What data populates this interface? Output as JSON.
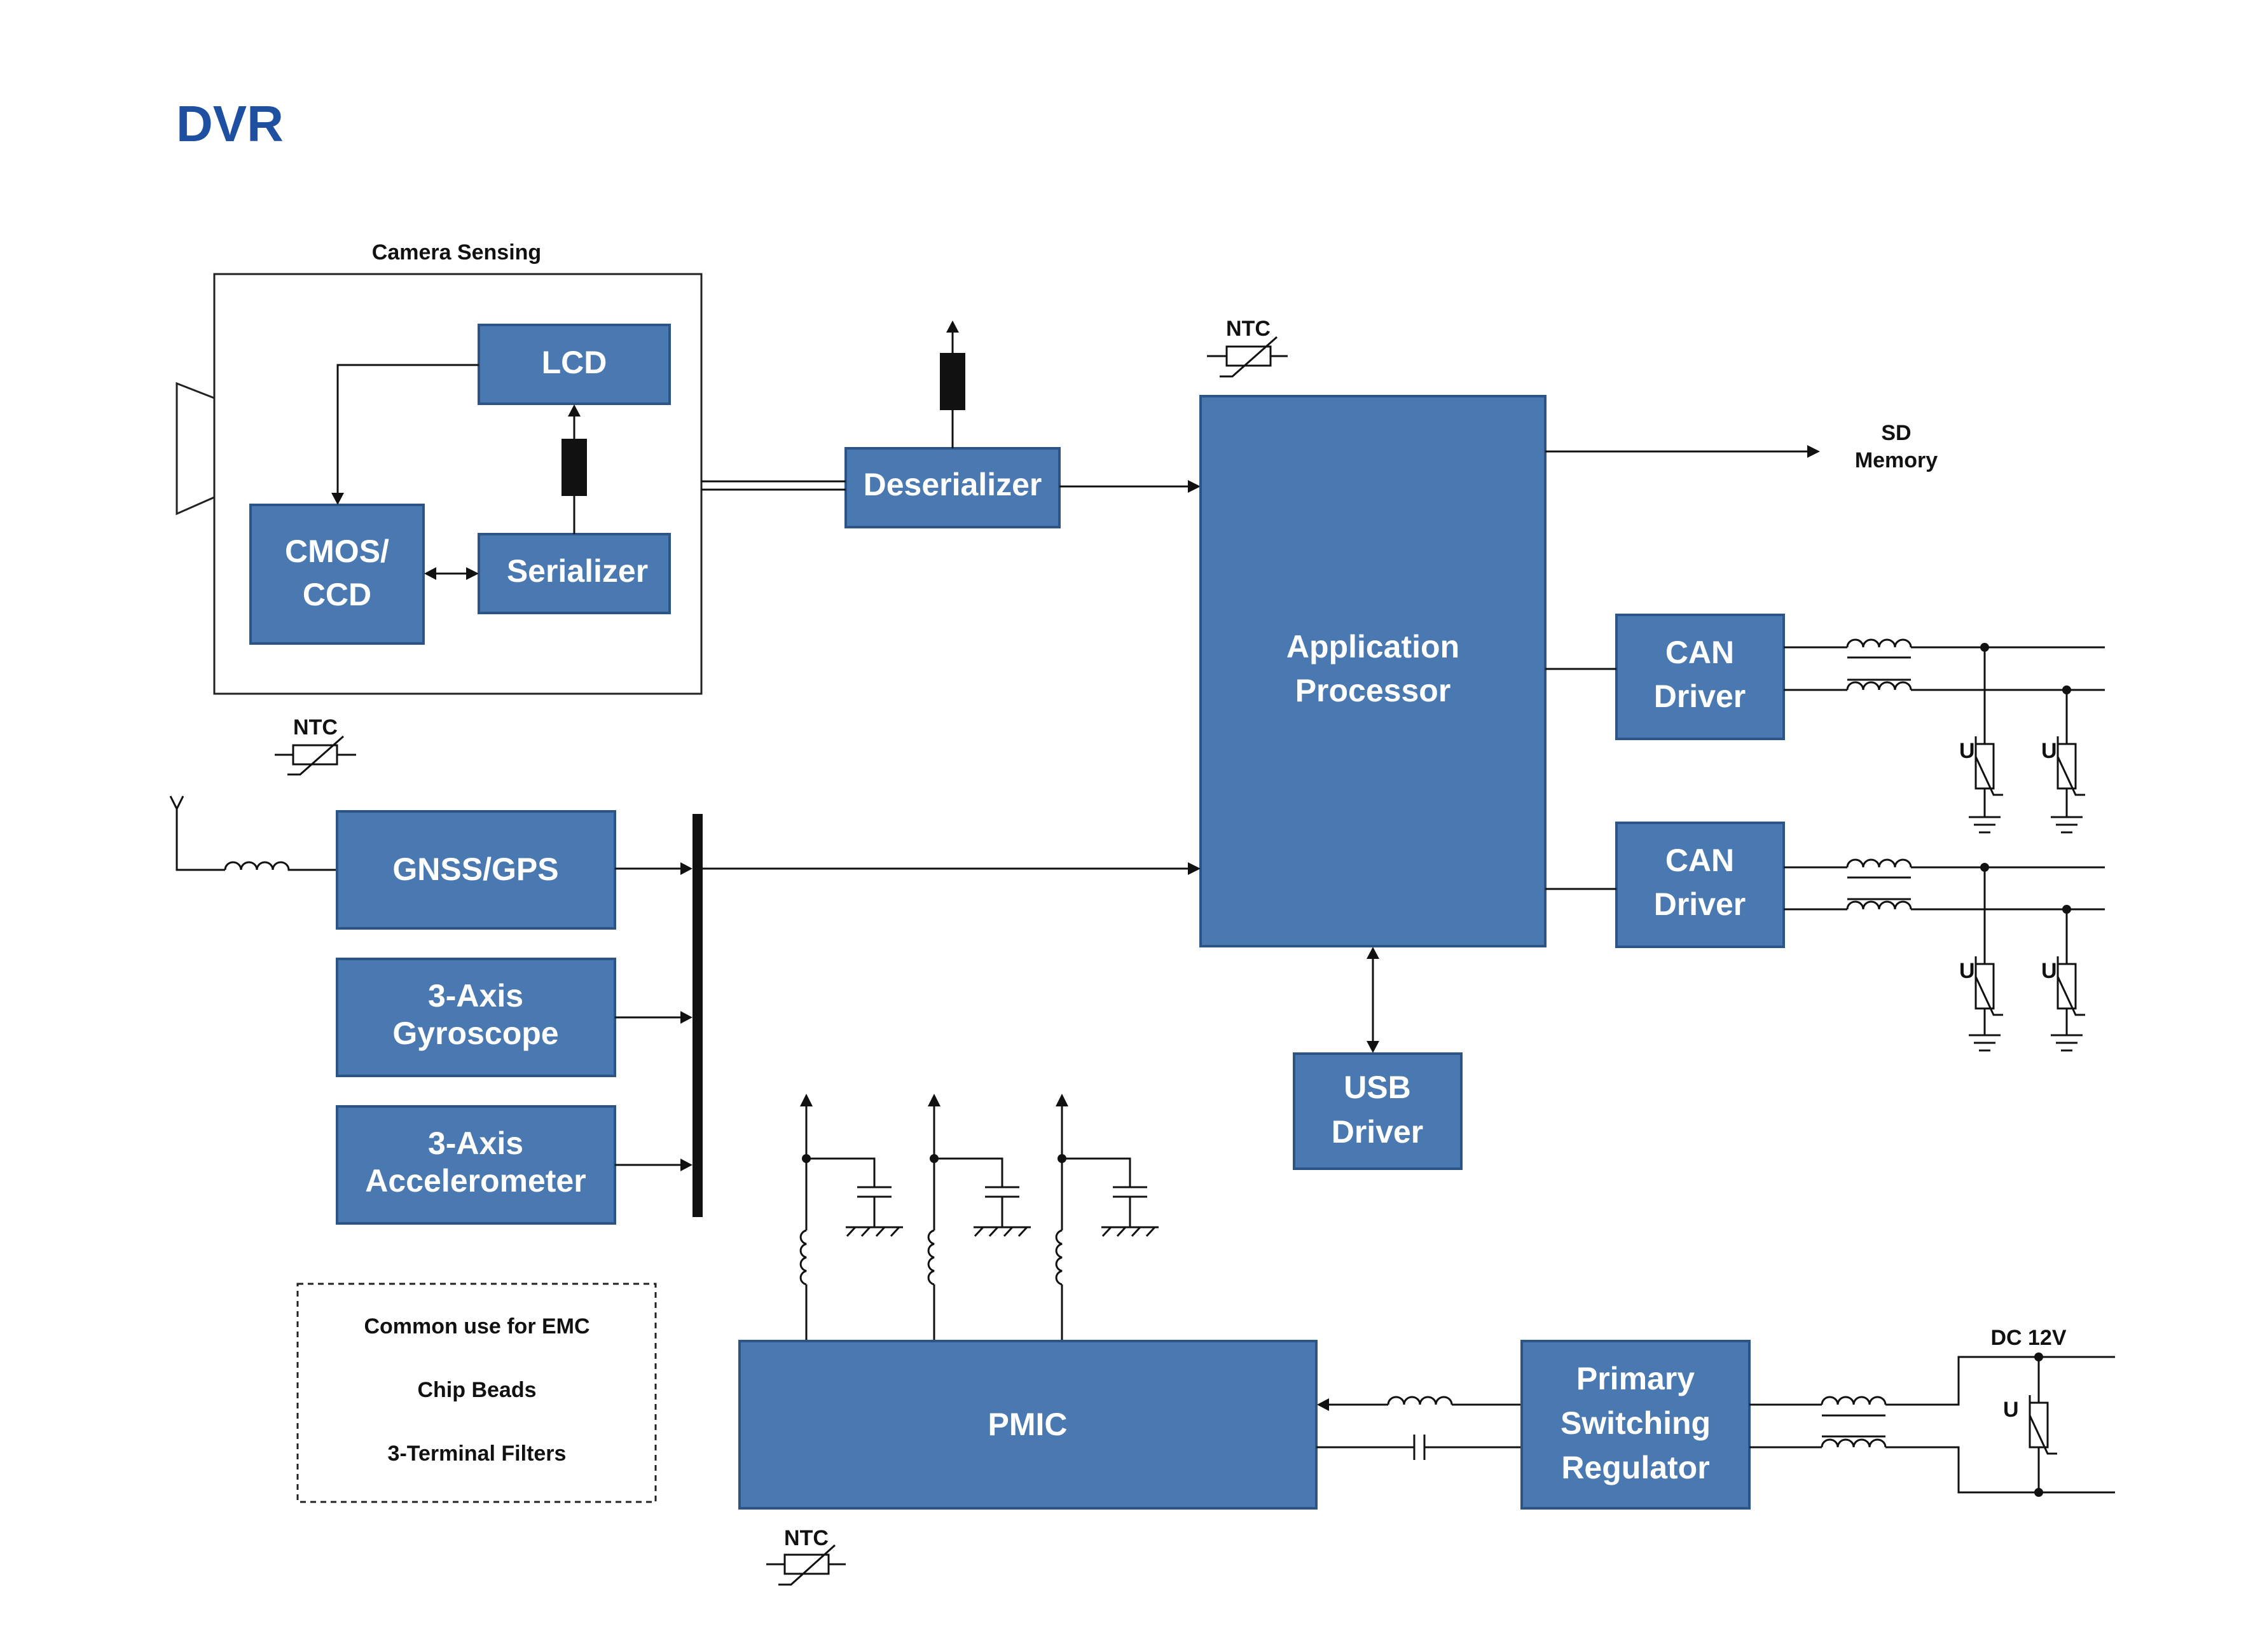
{
  "title": "DVR",
  "camera_group_label": "Camera Sensing",
  "blocks": {
    "lcd": "LCD",
    "cmos_line1": "CMOS/",
    "cmos_line2": "CCD",
    "serializer": "Serializer",
    "deserializer": "Deserializer",
    "app_line1": "Application",
    "app_line2": "Processor",
    "can1_line1": "CAN",
    "can1_line2": "Driver",
    "can2_line1": "CAN",
    "can2_line2": "Driver",
    "gnss": "GNSS/GPS",
    "gyro_line1": "3-Axis",
    "gyro_line2": "Gyroscope",
    "accel_line1": "3-Axis",
    "accel_line2": "Accelerometer",
    "usb_line1": "USB",
    "usb_line2": "Driver",
    "pmic": "PMIC",
    "psr_line1": "Primary",
    "psr_line2": "Switching",
    "psr_line3": "Regulator"
  },
  "labels": {
    "sd_line1": "SD",
    "sd_line2": "Memory",
    "ntc": "NTC",
    "varistor_u": "U",
    "dc": "DC 12V"
  },
  "legend": {
    "line1": "Common use for EMC",
    "line2": "Chip Beads",
    "line3": "3-Terminal Filters"
  },
  "colors": {
    "block_fill": "#4a78b0",
    "block_border": "#2d5486",
    "title": "#1f4fa0"
  }
}
